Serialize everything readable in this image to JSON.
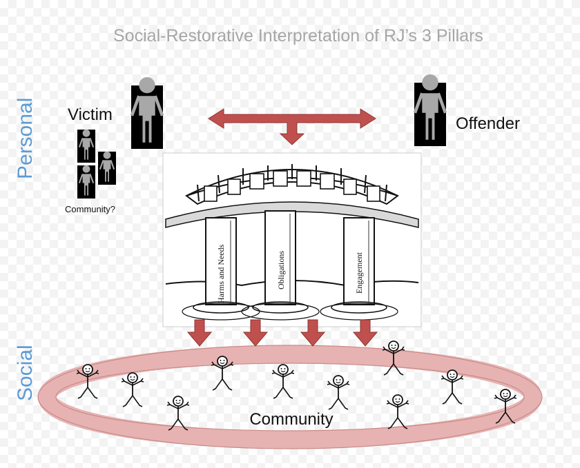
{
  "title": "Social-Restorative Interpretation of RJ’s 3 Pillars",
  "side_labels": {
    "top": "Personal",
    "bottom": "Social"
  },
  "figures": {
    "victim": "Victim",
    "offender": "Offender",
    "community_question": "Community?"
  },
  "pillars": [
    "Harms and Needs",
    "Obligations",
    "Engagement"
  ],
  "ring_label": "Community",
  "colors": {
    "arrow": "#c0504d",
    "ring_fill": "#e6b3b2",
    "ring_stroke": "#c98a88",
    "side_label": "#5b9bd5",
    "title": "#a6a6a6"
  }
}
